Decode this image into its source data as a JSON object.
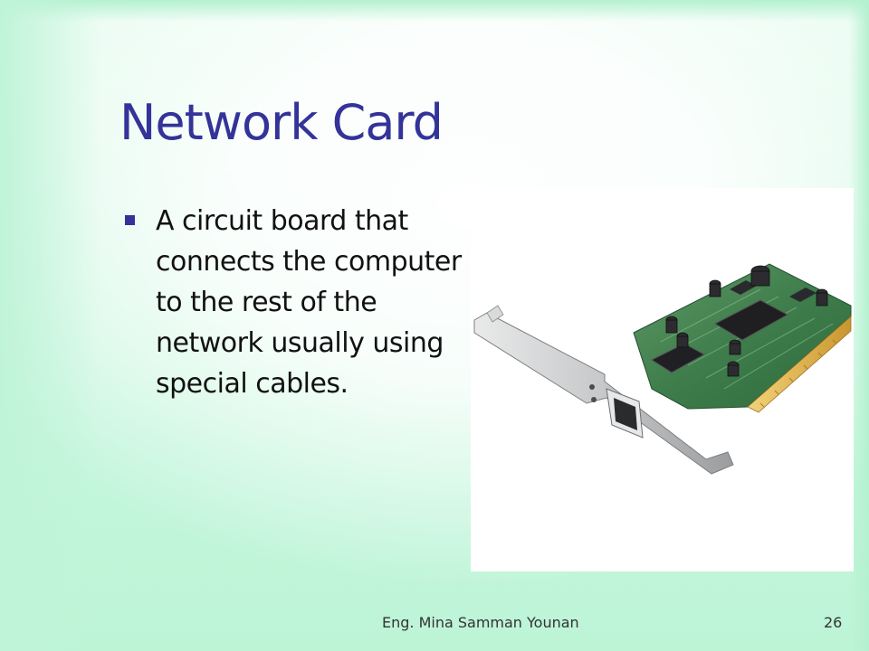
{
  "slide": {
    "title": "Network Card",
    "bullets": [
      {
        "text": "A circuit board that connects the computer to the rest of the network usually using special cables."
      }
    ],
    "footer": {
      "author": "Eng. Mina Samman Younan",
      "page_number": "26"
    },
    "colors": {
      "title": "#333399",
      "bullet": "#333399",
      "background": "#bff5d8"
    }
  }
}
